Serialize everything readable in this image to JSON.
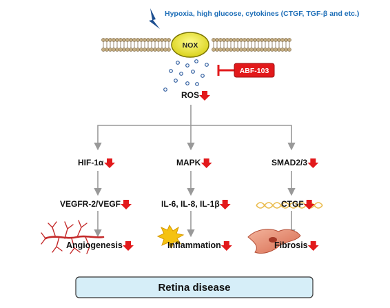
{
  "stimulus": "Hypoxia, high glucose, cytokines (CTGF, TGF-β and etc.)",
  "membrane_protein": "NOX",
  "inhibitor": "ABF-103",
  "ros": "ROS",
  "pathways": [
    {
      "name": "HIF-1α",
      "mediator": "VEGFR-2/VEGF",
      "outcome": "Angiogenesis",
      "outcome_icon": "blood-vessel-icon"
    },
    {
      "name": "MAPK",
      "mediator": "IL-6, IL-8, IL-1β",
      "outcome": "Inflammation",
      "outcome_icon": "inflammation-burst-icon"
    },
    {
      "name": "SMAD2/3",
      "mediator": "CTGF",
      "outcome": "Fibrosis",
      "outcome_icon": "fibroblast-cell-icon",
      "mediator_icon": "collagen-fiber-icon"
    }
  ],
  "disease": "Retina disease",
  "indicator_icon": "down-arrow-icon",
  "colors": {
    "stimulus_text": "#1f6fb8",
    "nox_fill": "#e8e43a",
    "inhibitor_fill": "#e2191b",
    "down_arrow": "#e2191b",
    "ros_dots": "#2e5c9e",
    "disease_box": "#d6eef8"
  }
}
